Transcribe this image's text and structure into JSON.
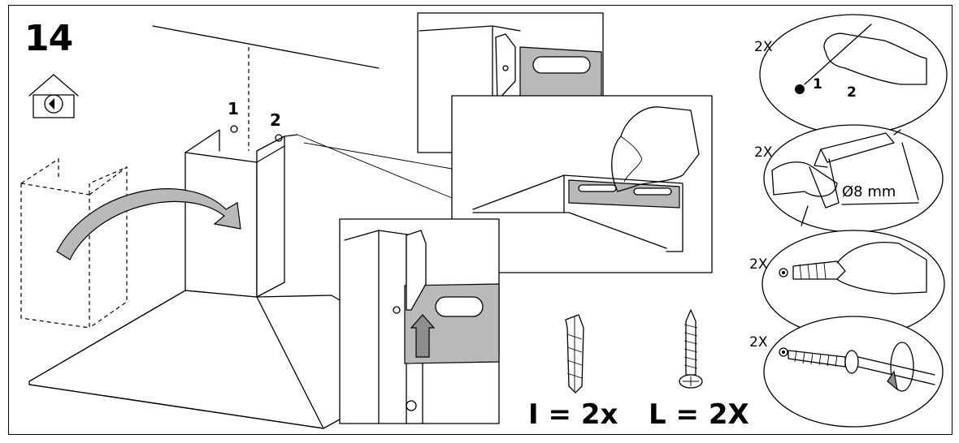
{
  "step": {
    "number": "14"
  },
  "overview": {
    "hole_labels": [
      "1",
      "2"
    ]
  },
  "detail": {
    "mark_labels": [
      "1",
      "2"
    ],
    "quantities": [
      "2X",
      "2X",
      "2X",
      "2X"
    ],
    "drill_size": "Ø8 mm"
  },
  "parts": {
    "plug_formula": "I = 2x",
    "screw_formula": "L = 2X"
  },
  "colors": {
    "line": "#000000",
    "bracket_fill": "#b9b9b9",
    "arrow_fill": "#8e8e8e",
    "background": "#ffffff"
  },
  "icons": [
    "house-icon",
    "arrow-icon",
    "hand-pencil-icon",
    "drill-icon",
    "wall-plug-icon",
    "screw-icon",
    "rotation-arrow-icon"
  ]
}
